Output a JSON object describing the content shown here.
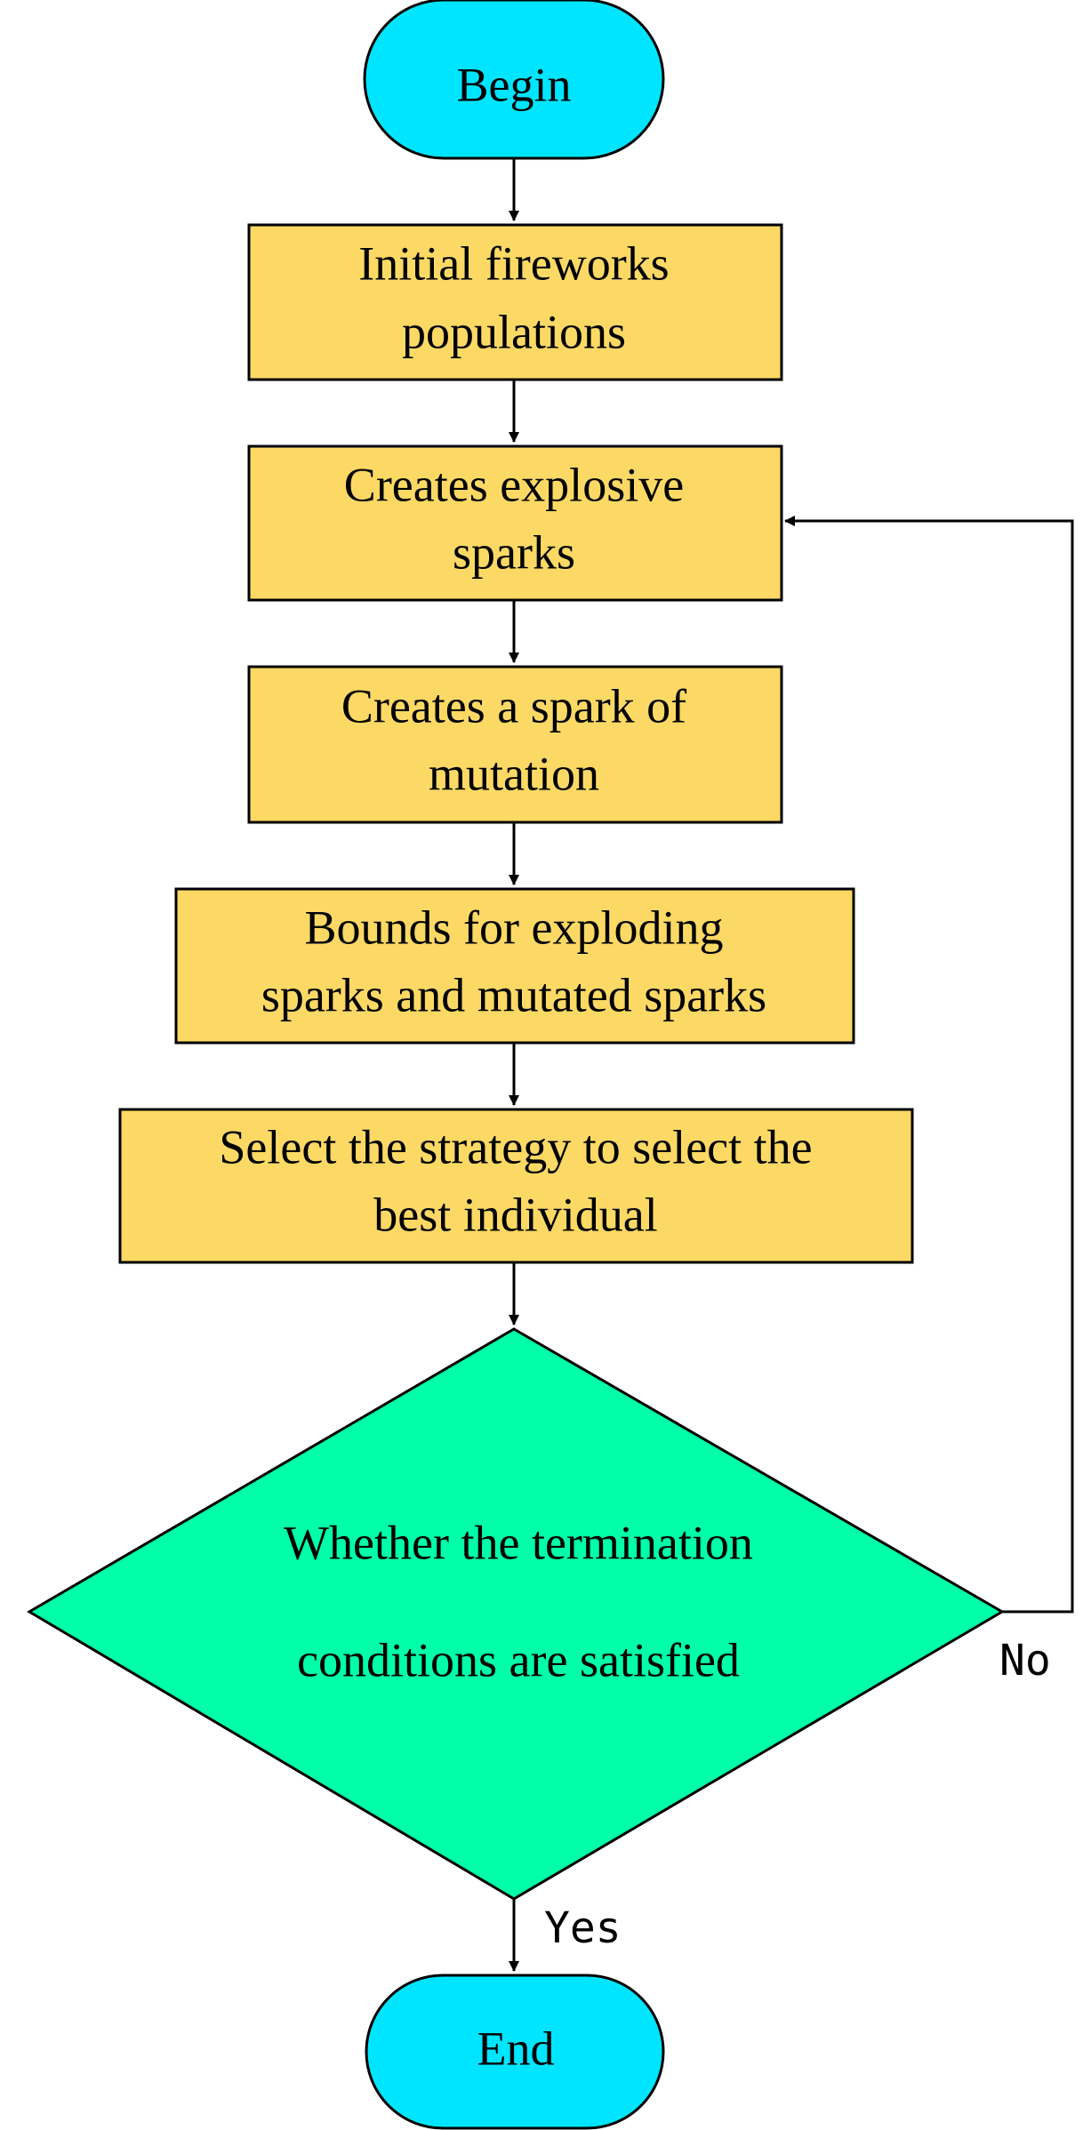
{
  "colors": {
    "terminal_fill": "#00E5FF",
    "process_fill": "#FCD965",
    "decision_fill": "#00FFA8",
    "line": "#000000"
  },
  "nodes": {
    "begin": {
      "label": "Begin",
      "shape": "terminal"
    },
    "initial_population": {
      "lines": [
        "Initial fireworks",
        "populations"
      ],
      "shape": "process"
    },
    "explosive_sparks": {
      "lines": [
        "Creates explosive",
        "sparks"
      ],
      "shape": "process"
    },
    "mutation_spark": {
      "lines": [
        "Creates a spark of",
        "mutation"
      ],
      "shape": "process"
    },
    "bounds": {
      "lines": [
        "Bounds for exploding",
        "sparks and mutated sparks"
      ],
      "shape": "process"
    },
    "selection": {
      "lines": [
        "Select the strategy to select the",
        "best individual"
      ],
      "shape": "process"
    },
    "termination_check": {
      "lines": [
        "Whether the termination",
        "conditions are satisfied"
      ],
      "shape": "decision"
    },
    "end": {
      "label": "End",
      "shape": "terminal"
    }
  },
  "edges": {
    "yes_label": "Yes",
    "no_label": "No"
  }
}
